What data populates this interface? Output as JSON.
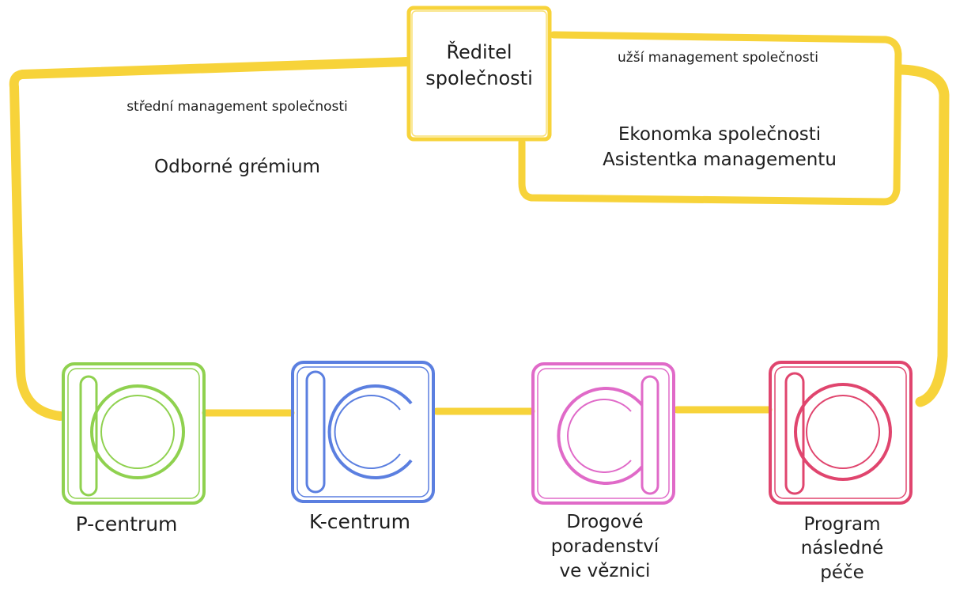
{
  "director": {
    "label": "Ředitel\nspolečnosti"
  },
  "upper_management": {
    "label": "užší management společnosti",
    "members": "Ekonomka společnosti\nAsistentka managementu"
  },
  "middle_management": {
    "label": "střední management společnosti",
    "members": "Odborné grémium"
  },
  "centers": [
    {
      "label": "P-centrum",
      "letter": "p",
      "color": "#8fd14f"
    },
    {
      "label": "K-centrum",
      "letter": "k",
      "color": "#5b7fe0"
    },
    {
      "label": "Drogové\nporadenství\nve věznici",
      "letter": "d",
      "color": "#e06ac8"
    },
    {
      "label": "Program\nnásledné\npéče",
      "letter": "p",
      "color": "#e0456e"
    }
  ],
  "colors": {
    "connector": "#f7d33a",
    "director_box": "#f7d33a",
    "text": "#1e1e1e"
  }
}
